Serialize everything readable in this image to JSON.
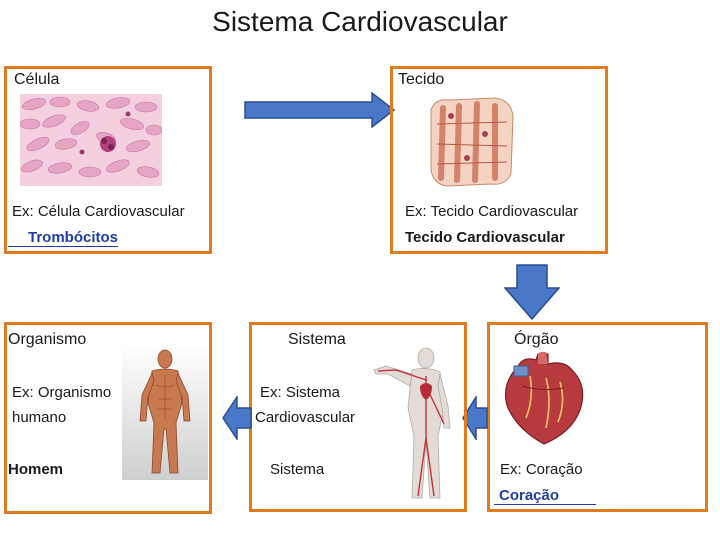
{
  "title": "Sistema Cardiovascular",
  "colors": {
    "box_border": "#e07b20",
    "arrow_fill": "#4a78c9",
    "arrow_stroke": "#2a4f8f",
    "link": "#1f3da5"
  },
  "cells": {
    "celula": {
      "label": "Célula",
      "example": "Ex: Célula Cardiovascular",
      "link": "Trombócitos",
      "image": "blood-cells-micrograph"
    },
    "tecido": {
      "label": "Tecido",
      "example": "Ex: Tecido  Cardiovascular",
      "answer": "Tecido Cardiovascular",
      "image": "cardiac-tissue"
    },
    "orgao": {
      "label": "Órgão",
      "example": "Ex: Coração",
      "link": "Coração",
      "image": "heart"
    },
    "sistema": {
      "label": "Sistema",
      "example_line1": "Ex: Sistema",
      "example_line2": "Cardiovascular",
      "answer": "Sistema",
      "image": "circulatory-system-body"
    },
    "organismo": {
      "label": "Organismo",
      "example_line1": "Ex: Organismo",
      "example_line2": "humano",
      "answer": "Homem",
      "image": "human-muscular-body"
    }
  }
}
